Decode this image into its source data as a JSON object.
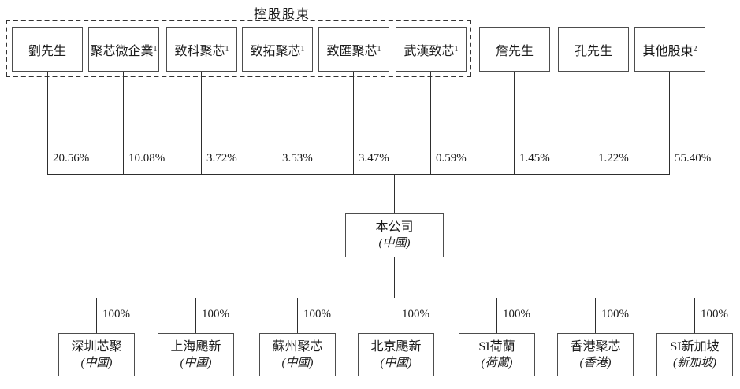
{
  "title": "控股股東",
  "company": {
    "name": "本公司",
    "jurisdiction": "(中國)"
  },
  "shareholders": [
    {
      "name": "劉先生",
      "footnote": "",
      "ownership": "20.56%",
      "controlling": true
    },
    {
      "name": "聚芯微企業",
      "footnote": "1",
      "ownership": "10.08%",
      "controlling": true
    },
    {
      "name": "致科聚芯",
      "footnote": "1",
      "ownership": "3.72%",
      "controlling": true
    },
    {
      "name": "致拓聚芯",
      "footnote": "1",
      "ownership": "3.53%",
      "controlling": true
    },
    {
      "name": "致匯聚芯",
      "footnote": "1",
      "ownership": "3.47%",
      "controlling": true
    },
    {
      "name": "武漢致芯",
      "footnote": "1",
      "ownership": "0.59%",
      "controlling": true
    },
    {
      "name": "詹先生",
      "footnote": "",
      "ownership": "1.45%",
      "controlling": false
    },
    {
      "name": "孔先生",
      "footnote": "",
      "ownership": "1.22%",
      "controlling": false
    },
    {
      "name": "其他股東",
      "footnote": "2",
      "ownership": "55.40%",
      "controlling": false
    }
  ],
  "subsidiaries": [
    {
      "name": "深圳芯聚",
      "jurisdiction": "(中國)",
      "stake": "100%"
    },
    {
      "name": "上海颶新",
      "jurisdiction": "(中國)",
      "stake": "100%"
    },
    {
      "name": "蘇州聚芯",
      "jurisdiction": "(中國)",
      "stake": "100%"
    },
    {
      "name": "北京颶新",
      "jurisdiction": "(中國)",
      "stake": "100%"
    },
    {
      "name": "SI荷蘭",
      "jurisdiction": "(荷蘭)",
      "stake": "100%"
    },
    {
      "name": "香港聚芯",
      "jurisdiction": "(香港)",
      "stake": "100%"
    },
    {
      "name": "SI新加坡",
      "jurisdiction": "(新加坡)",
      "stake": "100%"
    }
  ]
}
